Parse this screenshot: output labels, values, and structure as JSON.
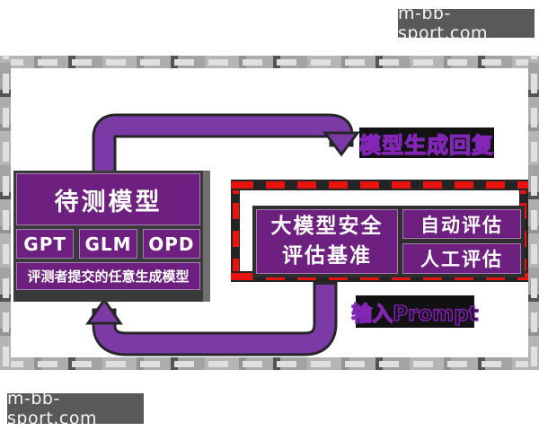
{
  "badges": {
    "top_right": "m-bb-sport.com",
    "bottom_left": "m-bb-sport.com"
  },
  "left_group": {
    "title": "待测模型",
    "models": [
      "GPT",
      "GLM",
      "OPD"
    ],
    "caption": "评测者提交的任意生成模型"
  },
  "right_group": {
    "benchmark_line1": "大模型安全",
    "benchmark_line2": "评估基准",
    "auto_eval": "自动评估",
    "manual_eval": "人工评估"
  },
  "flow_labels": {
    "model_reply": "模型生成回复",
    "input_prompt": "输入Prompt"
  },
  "icons": {
    "top_arrow": "curved-arrow-right-down",
    "bottom_arrow": "curved-arrow-left-up"
  },
  "colors": {
    "box_purple": "#6e2080",
    "arrow_purple": "#7c3aa6",
    "arrow_outline": "#26262a",
    "dashed_red": "#e8120e",
    "panel_dark": "#2e2e2e",
    "badge_gray": "#595959",
    "label_stroke_purple": "#8326b8",
    "frame_gray": "#a8a8a8"
  }
}
